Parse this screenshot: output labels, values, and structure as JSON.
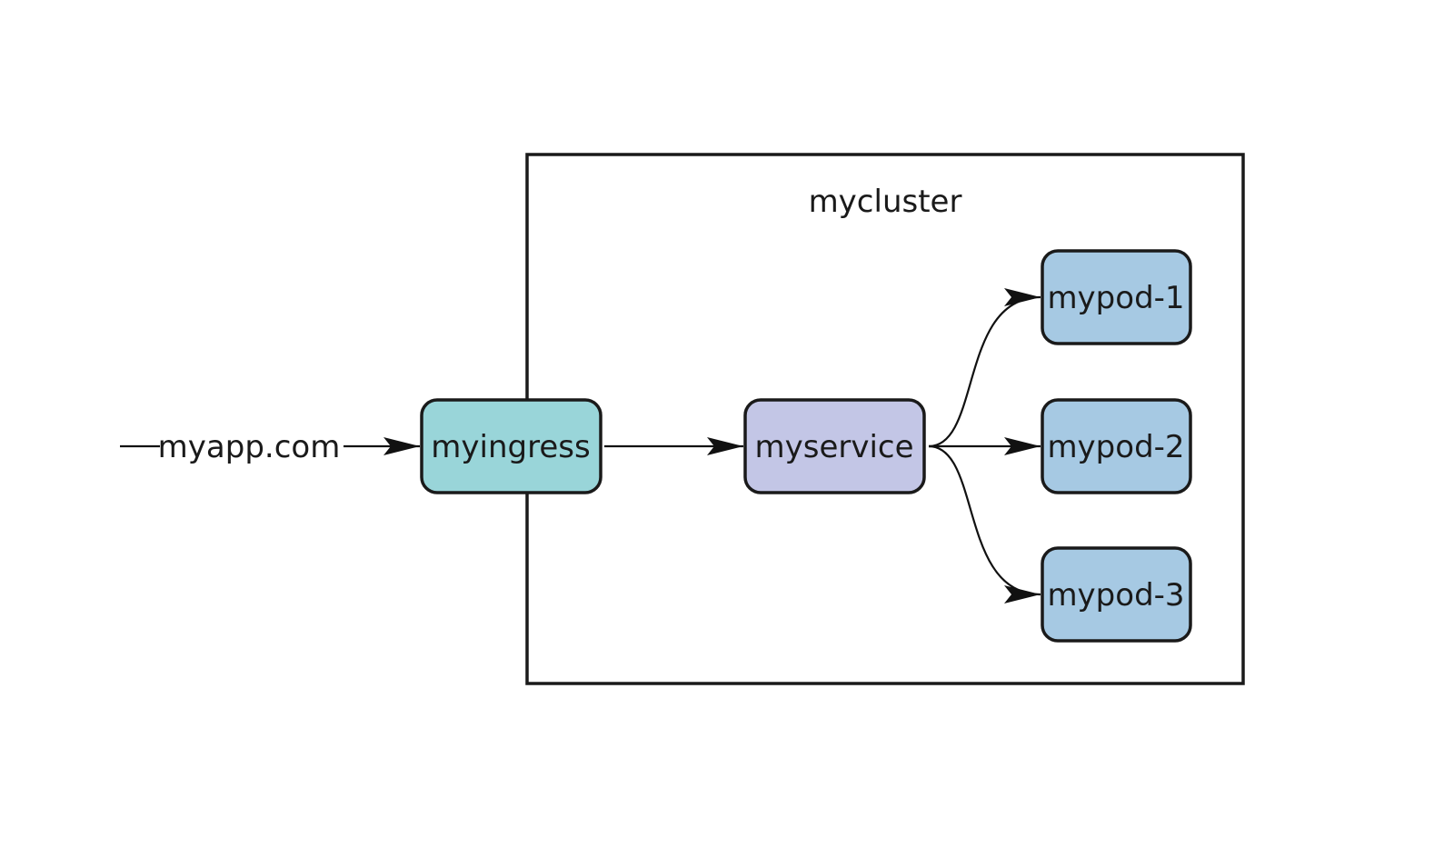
{
  "cluster": {
    "label": "mycluster"
  },
  "source": {
    "label": "myapp.com"
  },
  "nodes": {
    "ingress": {
      "label": "myingress",
      "color": "#99d5d9"
    },
    "service": {
      "label": "myservice",
      "color": "#c3c6e6"
    },
    "pods": [
      {
        "label": "mypod-1",
        "color": "#a6c9e3"
      },
      {
        "label": "mypod-2",
        "color": "#a6c9e3"
      },
      {
        "label": "mypod-3",
        "color": "#a6c9e3"
      }
    ]
  },
  "colors": {
    "stroke": "#1a1a1a",
    "background": "#ffffff"
  }
}
